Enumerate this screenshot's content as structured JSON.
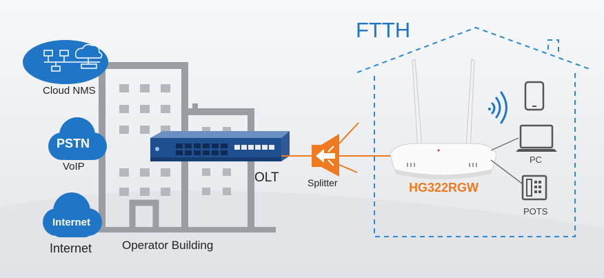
{
  "diagram": {
    "title": "FTTH",
    "cloud_nms": {
      "label": "Cloud NMS"
    },
    "pstn": {
      "cloud_text": "PSTN",
      "label": "VoIP"
    },
    "internet": {
      "cloud_text": "Internet",
      "label": "Internet"
    },
    "operator_building": {
      "label": "Operator Building"
    },
    "olt": {
      "label": "OLT"
    },
    "splitter": {
      "label": "Splitter"
    },
    "router": {
      "model": "HG322RGW"
    },
    "devices": {
      "pc_label": "PC",
      "pots_label": "POTS"
    }
  },
  "colors": {
    "accent_blue": "#1f76c6",
    "fiber_orange": "#ef7a1f",
    "building_gray": "#9a9da2",
    "house_dash": "#2a88d8"
  }
}
